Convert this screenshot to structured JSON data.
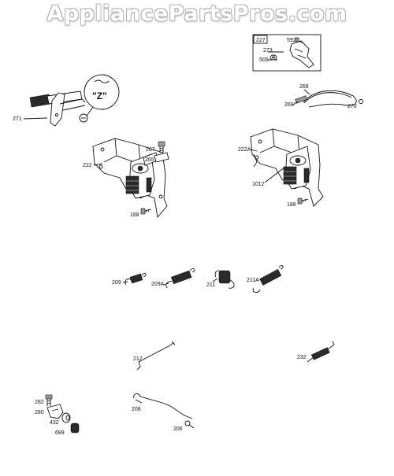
{
  "watermark": "AppliancePartsPros.com",
  "callouts": {
    "z": "\"Z\"",
    "p271": "271",
    "p227": "227",
    "p592": "592",
    "p273": "273",
    "p505": "505",
    "p268": "268",
    "p269": "269",
    "p270": "270",
    "p222": "222",
    "p267": "267",
    "p265": "265",
    "p188a": "188",
    "p222A": "222A",
    "p1012": "1012",
    "p188b": "188",
    "p209": "209",
    "p209A": "209A",
    "p211": "211",
    "p211A": "211A",
    "p212": "212",
    "p232": "232",
    "p282": "282",
    "p280": "280",
    "p432": "432",
    "p689": "689",
    "p208": "208",
    "p206": "206"
  }
}
